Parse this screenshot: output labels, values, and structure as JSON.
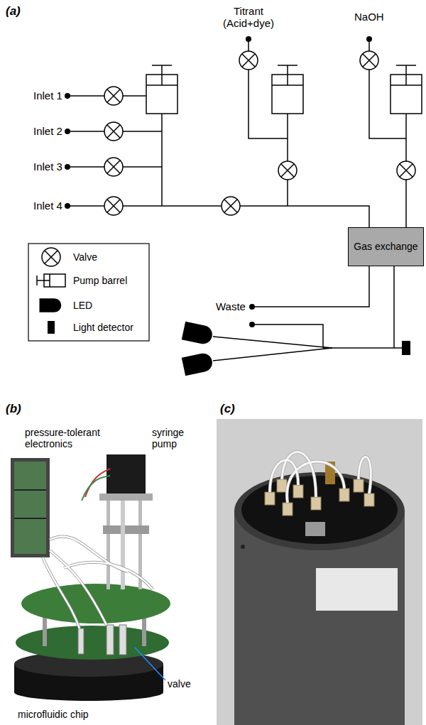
{
  "diagram": {
    "nodes": [
      {
        "text": [
          "Gas exchange"
        ]
      }
    ],
    "labels": [
      "(a)",
      "Titrant (Acid+dye)",
      "NaOH",
      "Inlet 1",
      "Inlet 2",
      "Inlet 3",
      "Inlet 4",
      "Waste",
      "(b)",
      "(c)",
      "pressure-tolerant electronics",
      "syringe pump",
      "valve",
      "microfluidic chip"
    ],
    "legend": [
      {
        "text": "Valve"
      },
      {
        "text": "Pump barrel"
      },
      {
        "text": "LED"
      },
      {
        "text": "Light detector"
      }
    ]
  }
}
